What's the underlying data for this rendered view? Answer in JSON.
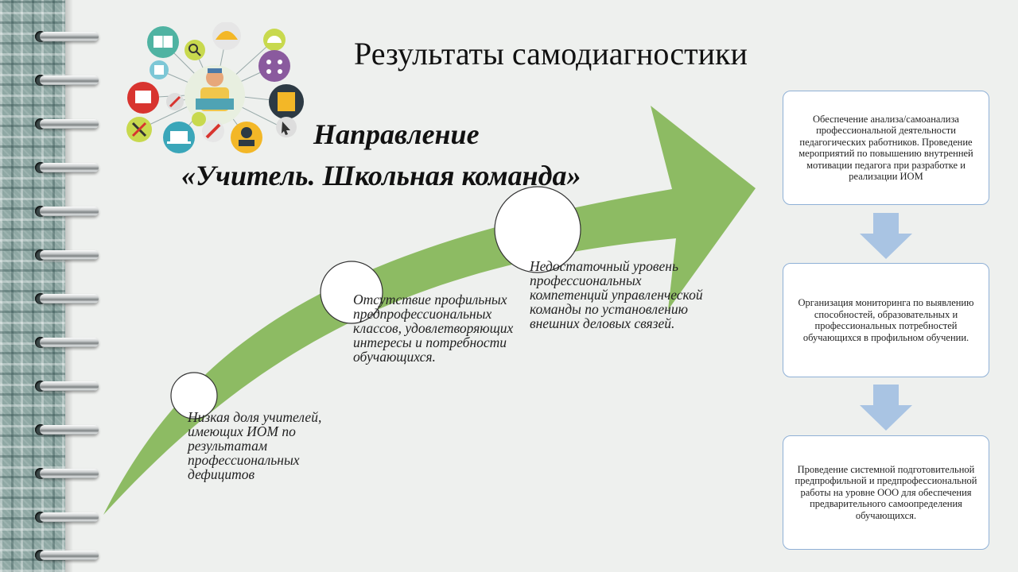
{
  "slide": {
    "title": "Результаты самодиагностики",
    "direction_line1": "Направление",
    "direction_line2": "«Учитель. Школьная команда»",
    "arrow_notes": [
      "Низкая доля учителей, имеющих ИОМ по результатам профессиональных дефицитов",
      "Отсутствие профильных предпрофессиональных классов, удовлетворяющих интересы и потребности обучающихся.",
      "Недостаточный уровень профессиональных компетенций управленческой команды по установлению внешних деловых связей."
    ],
    "solution_boxes": [
      "Обеспечение анализа/самоанализа профессиональной деятельности педагогических работников. Проведение мероприятий по повышению внутренней мотивации педагога при разработке и реализации ИОМ",
      "Организация мониторинга по выявлению способностей, образовательных и профессиональных потребностей обучающихся в профильном обучении.",
      "Проведение системной подготовительной предпрофильной и предпрофессиональной работы на уровне ООО для обеспечения предварительного самоопределения обучающихся."
    ]
  },
  "colors": {
    "arrow_green": "#8dbb63",
    "box_border": "#8fb0d6",
    "down_arrow": "#a9c4e3",
    "plaid": "#8fa8a4"
  },
  "icons": [
    "book-icon",
    "helmet-icon",
    "protractor-icon",
    "magnifier-icon",
    "network-icon",
    "tablet-icon",
    "bookcase-icon",
    "worker-icon",
    "drawing-icon",
    "books-icon",
    "tools-icon",
    "laptop-icon",
    "pencil-icon",
    "user-icon",
    "cursor-icon"
  ]
}
